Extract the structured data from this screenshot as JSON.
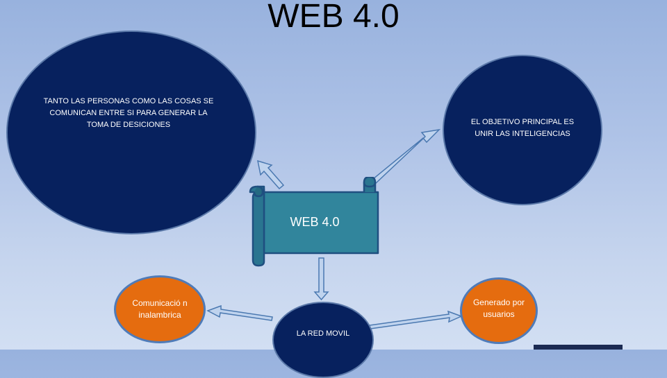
{
  "title": "WEB 4.0",
  "center": {
    "label": "WEB 4.0"
  },
  "nodes": {
    "left": "TANTO LAS PERSONAS COMO LAS COSAS SE COMUNICAN ENTRE SI PARA GENERAR LA TOMA DE DESICIONES",
    "right": "EL OBJETIVO PRINCIPAL ES UNIR LAS INTELIGENCIAS",
    "red_movil": "LA RED MOVIL",
    "comunicacion": "Comunicació n inalambrica",
    "generado": "Generado por usuarios"
  },
  "colors": {
    "dark_node": "#07215e",
    "orange_node": "#e56c0f",
    "center_fill": "#31859c",
    "arrow_fill": "#bfd3ee",
    "arrow_stroke": "#4a78b0"
  }
}
